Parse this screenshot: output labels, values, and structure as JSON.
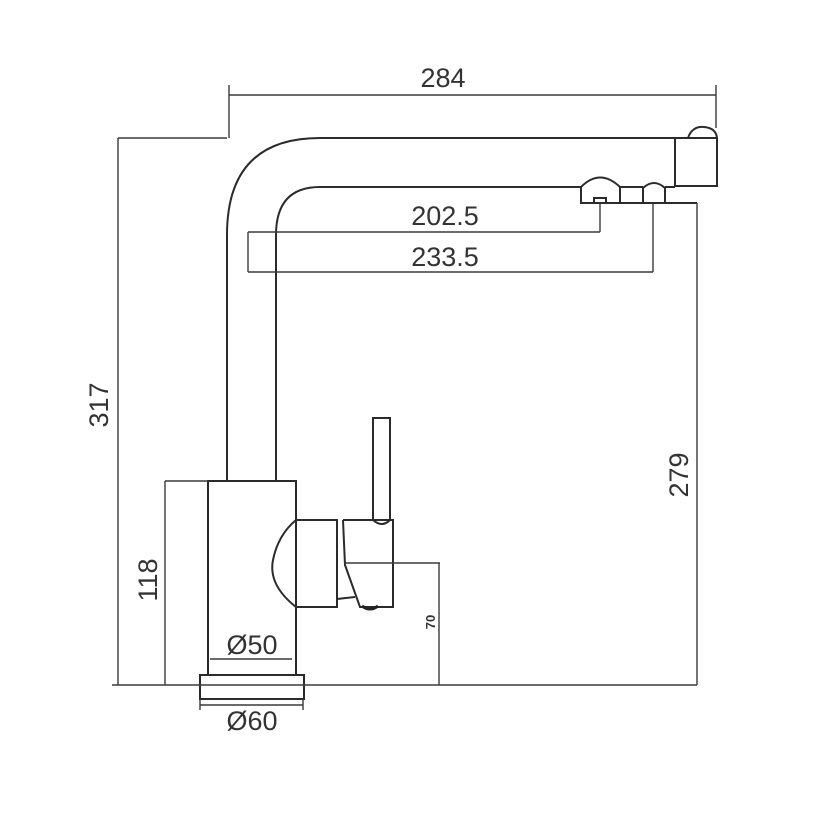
{
  "title": "Kitchen faucet dimension drawing",
  "dimensions": {
    "overall_reach": "284",
    "spray_outlet_reach": "202.5",
    "main_outlet_reach": "233.5",
    "overall_height": "317",
    "outlet_height": "279",
    "body_height": "118",
    "handle_height": "70",
    "body_diameter": "Ø50",
    "base_diameter": "Ø60"
  }
}
